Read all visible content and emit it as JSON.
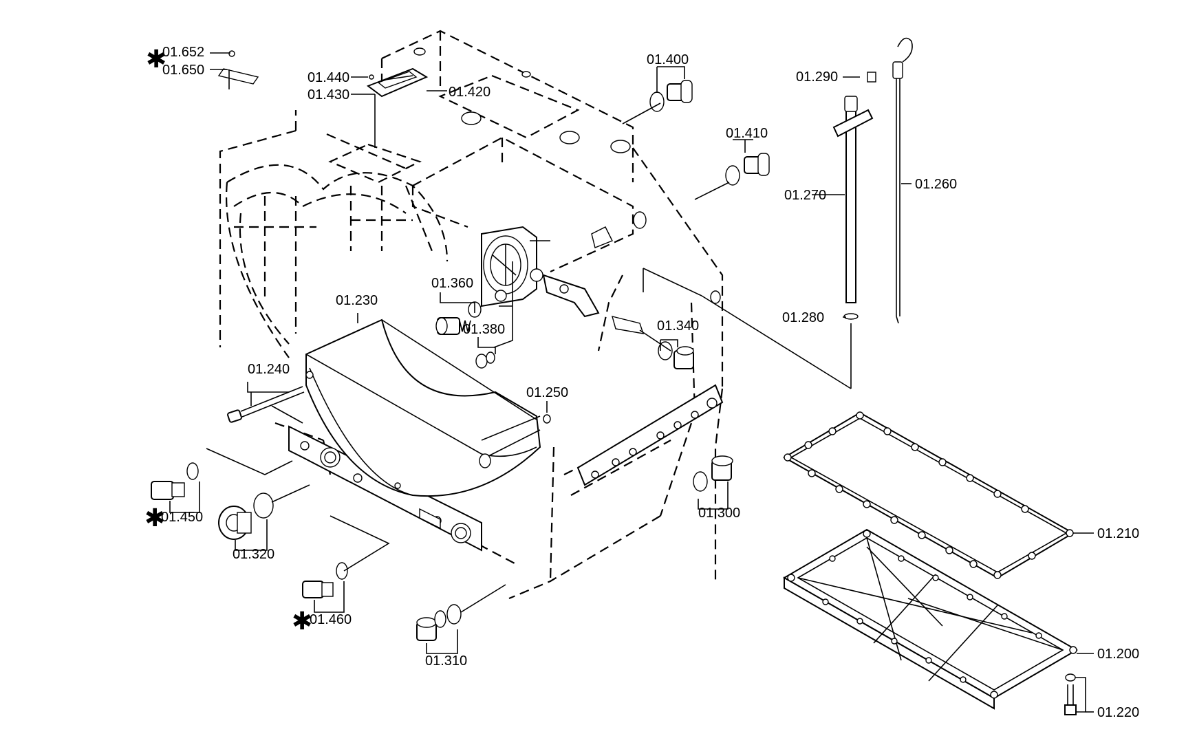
{
  "labels": {
    "p01652": "01.652",
    "p01650": "01.650",
    "p01440": "01.440",
    "p01430": "01.430",
    "p01420": "01.420",
    "p01400": "01.400",
    "p01290": "01.290",
    "p01410": "01.410",
    "p01270": "01.270",
    "p01260": "01.260",
    "p01360": "01.360",
    "p01380": "01.380",
    "p01230": "01.230",
    "p01340": "01.340",
    "p01280": "01.280",
    "p01240": "01.240",
    "p01250": "01.250",
    "p01450": "01.450",
    "p01320": "01.320",
    "p01300": "01.300",
    "p01210": "01.210",
    "p01460": "01.460",
    "p01310": "01.310",
    "p01200": "01.200",
    "p01220": "01.220"
  },
  "markers": {
    "asterisk": "✱"
  }
}
